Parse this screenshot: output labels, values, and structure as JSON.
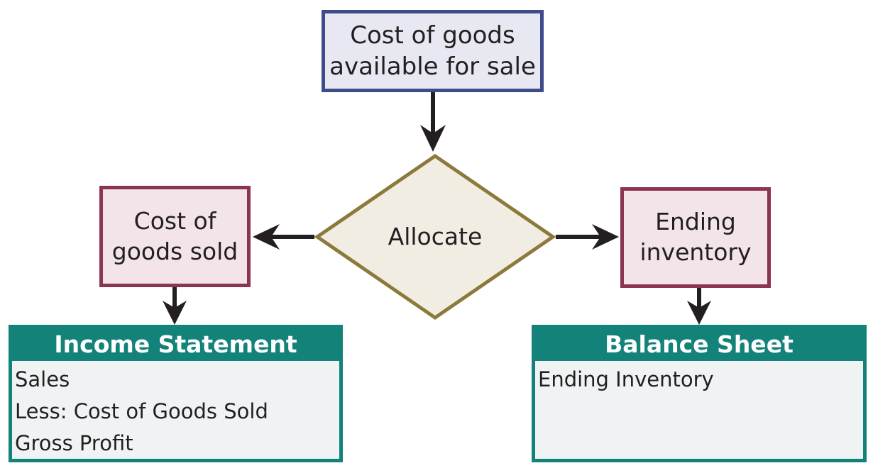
{
  "top_box": {
    "lines": [
      "Cost of goods",
      "available for sale"
    ]
  },
  "decision": {
    "label": "Allocate"
  },
  "left_box": {
    "lines": [
      "Cost of",
      "goods sold"
    ]
  },
  "right_box": {
    "lines": [
      "Ending",
      "inventory"
    ]
  },
  "income_statement": {
    "title": "Income Statement",
    "lines": [
      "Sales",
      "Less: Cost of Goods Sold",
      "Gross Profit"
    ]
  },
  "balance_sheet": {
    "title": "Balance Sheet",
    "lines": [
      "Ending Inventory"
    ]
  },
  "colors": {
    "top_border": "#3f4c8c",
    "mid_border": "#8b3454",
    "diamond_border": "#8c7a3c",
    "diamond_fill": "#f1ede2",
    "statement_teal": "#13837a",
    "arrow": "#231f20"
  }
}
